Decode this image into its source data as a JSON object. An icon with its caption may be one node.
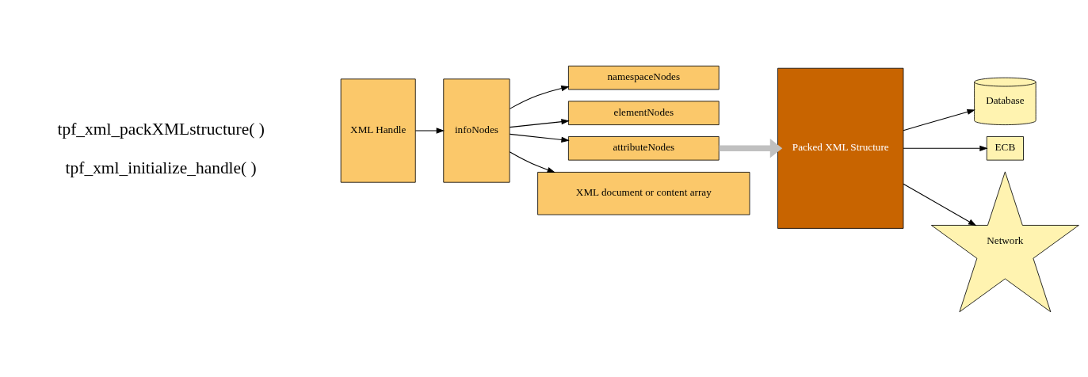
{
  "diagram": {
    "nodes": [
      {
        "text": [
          "XML Handle"
        ]
      },
      {
        "text": [
          "infoNodes"
        ]
      },
      {
        "text": [
          "namespaceNodes"
        ]
      },
      {
        "text": [
          "elementNodes"
        ]
      },
      {
        "text": [
          "attributeNodes"
        ]
      },
      {
        "text": [
          "XML document or content array"
        ]
      },
      {
        "text": [
          "Packed XML Structure"
        ]
      },
      {
        "text": [
          "Database"
        ]
      },
      {
        "text": [
          "ECB"
        ]
      },
      {
        "text": [
          "Network"
        ]
      }
    ],
    "edges": [
      {
        "from": 0,
        "to": 1,
        "arrow": "to"
      },
      {
        "from": 1,
        "to": 2,
        "arrow": "to"
      },
      {
        "from": 1,
        "to": 3,
        "arrow": "to"
      },
      {
        "from": 1,
        "to": 4,
        "arrow": "to"
      },
      {
        "from": 1,
        "to": 5,
        "arrow": "to"
      },
      {
        "from": 4,
        "to": 6,
        "arrow": "to",
        "style": "thick",
        "color": "#c0c0c0"
      },
      {
        "from": 6,
        "to": 7,
        "arrow": "to"
      },
      {
        "from": 6,
        "to": 8,
        "arrow": "to"
      },
      {
        "from": 6,
        "to": 9,
        "arrow": "to"
      }
    ],
    "labels": [
      "tpf_xml_packXMLstructure( )",
      "tpf_xml_initialize_handle( )"
    ]
  }
}
